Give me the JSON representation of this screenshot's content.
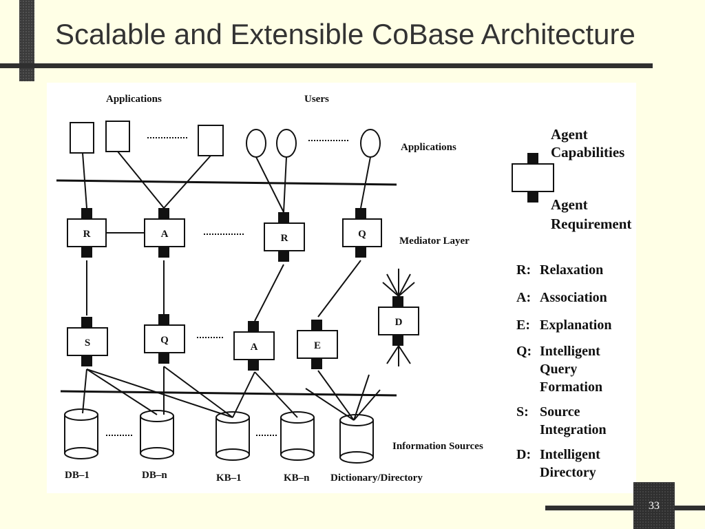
{
  "slide": {
    "title": "Scalable and Extensible CoBase Architecture",
    "number": "33"
  },
  "diagram": {
    "top_labels": {
      "applications": "Applications",
      "users": "Users"
    },
    "layer_labels": {
      "applications": "Applications",
      "mediator": "Mediator Layer",
      "sources": "Information Sources"
    },
    "upper_mediators": [
      "R",
      "A",
      "R",
      "Q"
    ],
    "lower_mediators": [
      "S",
      "Q",
      "A",
      "E"
    ],
    "directory_agent": "D",
    "sources": [
      "DB–1",
      "DB–n",
      "KB–1",
      "KB–n",
      "Dictionary/Directory"
    ],
    "agent_legend": {
      "capabilities": "Agent Capabilities",
      "requirement": "Agent Requirement"
    },
    "key": [
      {
        "code": "R:",
        "line1": "Relaxation",
        "line2": "",
        "line3": ""
      },
      {
        "code": "A:",
        "line1": "Association",
        "line2": "",
        "line3": ""
      },
      {
        "code": "E:",
        "line1": "Explanation",
        "line2": "",
        "line3": ""
      },
      {
        "code": "Q:",
        "line1": "Intelligent",
        "line2": "Query",
        "line3": "Formation"
      },
      {
        "code": "S:",
        "line1": "Source",
        "line2": "Integration",
        "line3": ""
      },
      {
        "code": "D:",
        "line1": "Intelligent",
        "line2": "Directory",
        "line3": ""
      }
    ]
  }
}
